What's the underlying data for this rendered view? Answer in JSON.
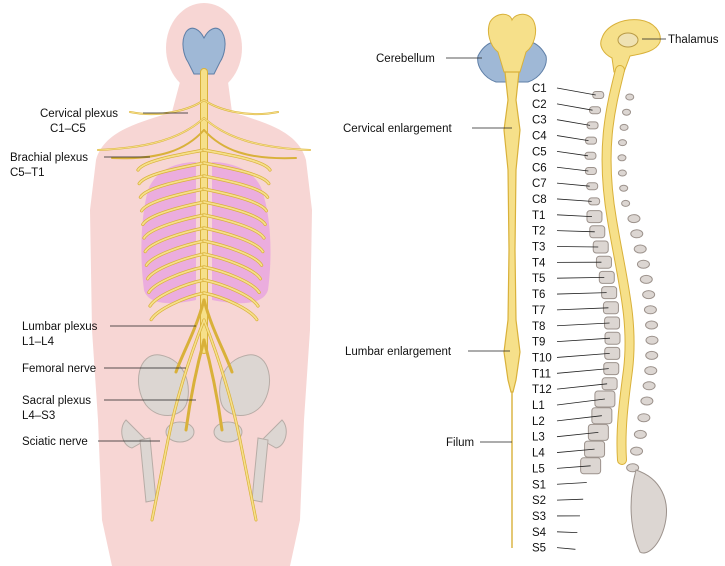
{
  "left_labels": [
    {
      "key": "cervical",
      "lines": [
        "Cervical plexus",
        "C1–C5"
      ]
    },
    {
      "key": "brachial",
      "lines": [
        "Brachial plexus",
        "C5–T1"
      ]
    },
    {
      "key": "lumbar",
      "lines": [
        "Lumbar plexus",
        "L1–L4"
      ]
    },
    {
      "key": "femoral",
      "lines": [
        "Femoral nerve"
      ]
    },
    {
      "key": "sacral",
      "lines": [
        "Sacral plexus",
        "L4–S3"
      ]
    },
    {
      "key": "sciatic",
      "lines": [
        "Sciatic nerve"
      ]
    }
  ],
  "middle_labels": [
    {
      "key": "cerebellum",
      "text": "Cerebellum"
    },
    {
      "key": "cervical-enlargement",
      "text": "Cervical enlargement"
    },
    {
      "key": "lumbar-enlargement",
      "text": "Lumbar enlargement"
    },
    {
      "key": "filum",
      "text": "Filum"
    }
  ],
  "right_labels": [
    {
      "key": "thalamus",
      "text": "Thalamus"
    }
  ],
  "vertebrae": [
    "C1",
    "C2",
    "C3",
    "C4",
    "C5",
    "C6",
    "C7",
    "C8",
    "T1",
    "T2",
    "T3",
    "T4",
    "T5",
    "T6",
    "T7",
    "T8",
    "T9",
    "T10",
    "T11",
    "T12",
    "L1",
    "L2",
    "L3",
    "L4",
    "L5",
    "S1",
    "S2",
    "S3",
    "S4",
    "S5"
  ],
  "colors": {
    "body": "#f7d6d4",
    "lungs": "#e9a6df",
    "nerve": "#f6e08a",
    "nerve_edge": "#d9b13a",
    "brainstem": "#9fb8d6",
    "bone": "#dcd6d2"
  }
}
